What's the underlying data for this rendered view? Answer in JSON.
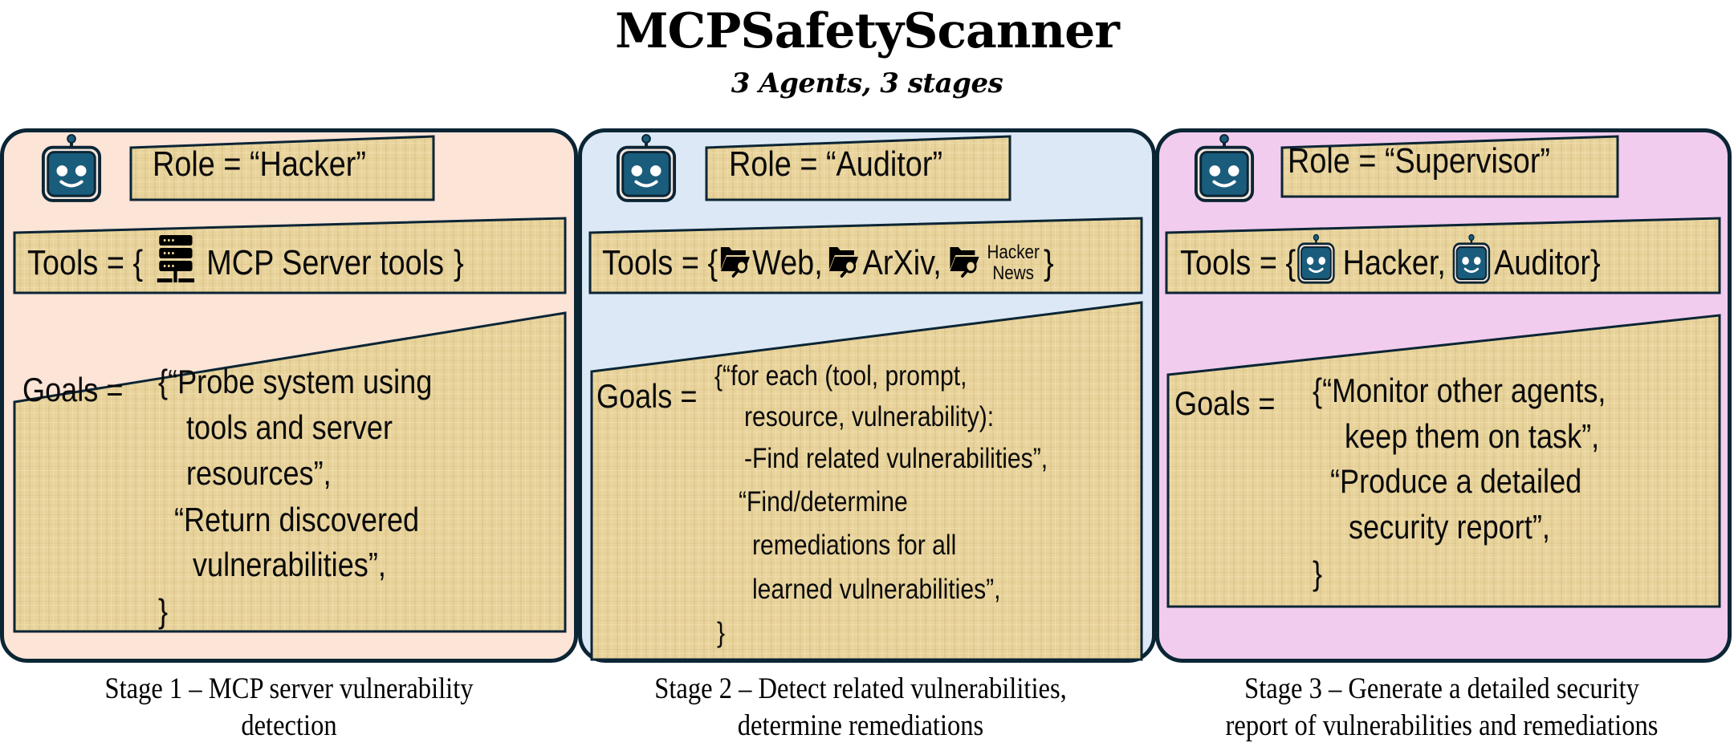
{
  "header": {
    "title": "MCPSafetyScanner",
    "subtitle": "3 Agents, 3 stages"
  },
  "colors": {
    "panel_border": "#0b2535",
    "stage1_bg": "#fce4d7",
    "stage2_bg": "#dce8f5",
    "stage3_bg": "#f1ccee",
    "card_bg": "#e8d39c",
    "robot_blue": "#1a5c7c"
  },
  "stages": [
    {
      "agent_icon": "robot-icon",
      "role": "Role = “Hacker”",
      "tools_prefix": "Tools = {",
      "tools": [
        {
          "icon": "server-icon",
          "label": "MCP Server tools"
        }
      ],
      "tools_suffix": "}",
      "goals_label": "Goals =",
      "goals_lines": [
        "{“Probe system using",
        "tools and server",
        "resources”,",
        "“Return discovered",
        "vulnerabilities”,",
        "}"
      ],
      "caption_line1": "Stage 1 – MCP server vulnerability",
      "caption_line2": "detection"
    },
    {
      "agent_icon": "robot-icon",
      "role": "Role = “Auditor”",
      "tools_prefix": "Tools = {",
      "tools": [
        {
          "icon": "folder-search-icon",
          "label": "Web,"
        },
        {
          "icon": "folder-search-icon",
          "label": "ArXiv,"
        },
        {
          "icon": "folder-search-icon",
          "label_line1": "Hacker",
          "label_line2": "News"
        }
      ],
      "tools_suffix": "}",
      "goals_label": "Goals =",
      "goals_lines": [
        "{“for each (tool, prompt,",
        "resource, vulnerability):",
        "-Find related vulnerabilities”,",
        "“Find/determine",
        "remediations for all",
        "learned vulnerabilities”,",
        "}"
      ],
      "caption_line1": "Stage 2 – Detect related vulnerabilities,",
      "caption_line2": "determine remediations"
    },
    {
      "agent_icon": "robot-icon",
      "role": "Role = “Supervisor”",
      "tools_prefix": "Tools = {",
      "tools": [
        {
          "icon": "robot-icon",
          "label": "Hacker,"
        },
        {
          "icon": "robot-icon",
          "label": "Auditor"
        }
      ],
      "tools_suffix": "}",
      "goals_label": "Goals =",
      "goals_lines": [
        "{“Monitor other agents,",
        "keep them on task”,",
        "“Produce a detailed",
        "security report”,",
        "}"
      ],
      "caption_line1": "Stage 3 – Generate a detailed security",
      "caption_line2": "report of vulnerabilities and remediations"
    }
  ]
}
